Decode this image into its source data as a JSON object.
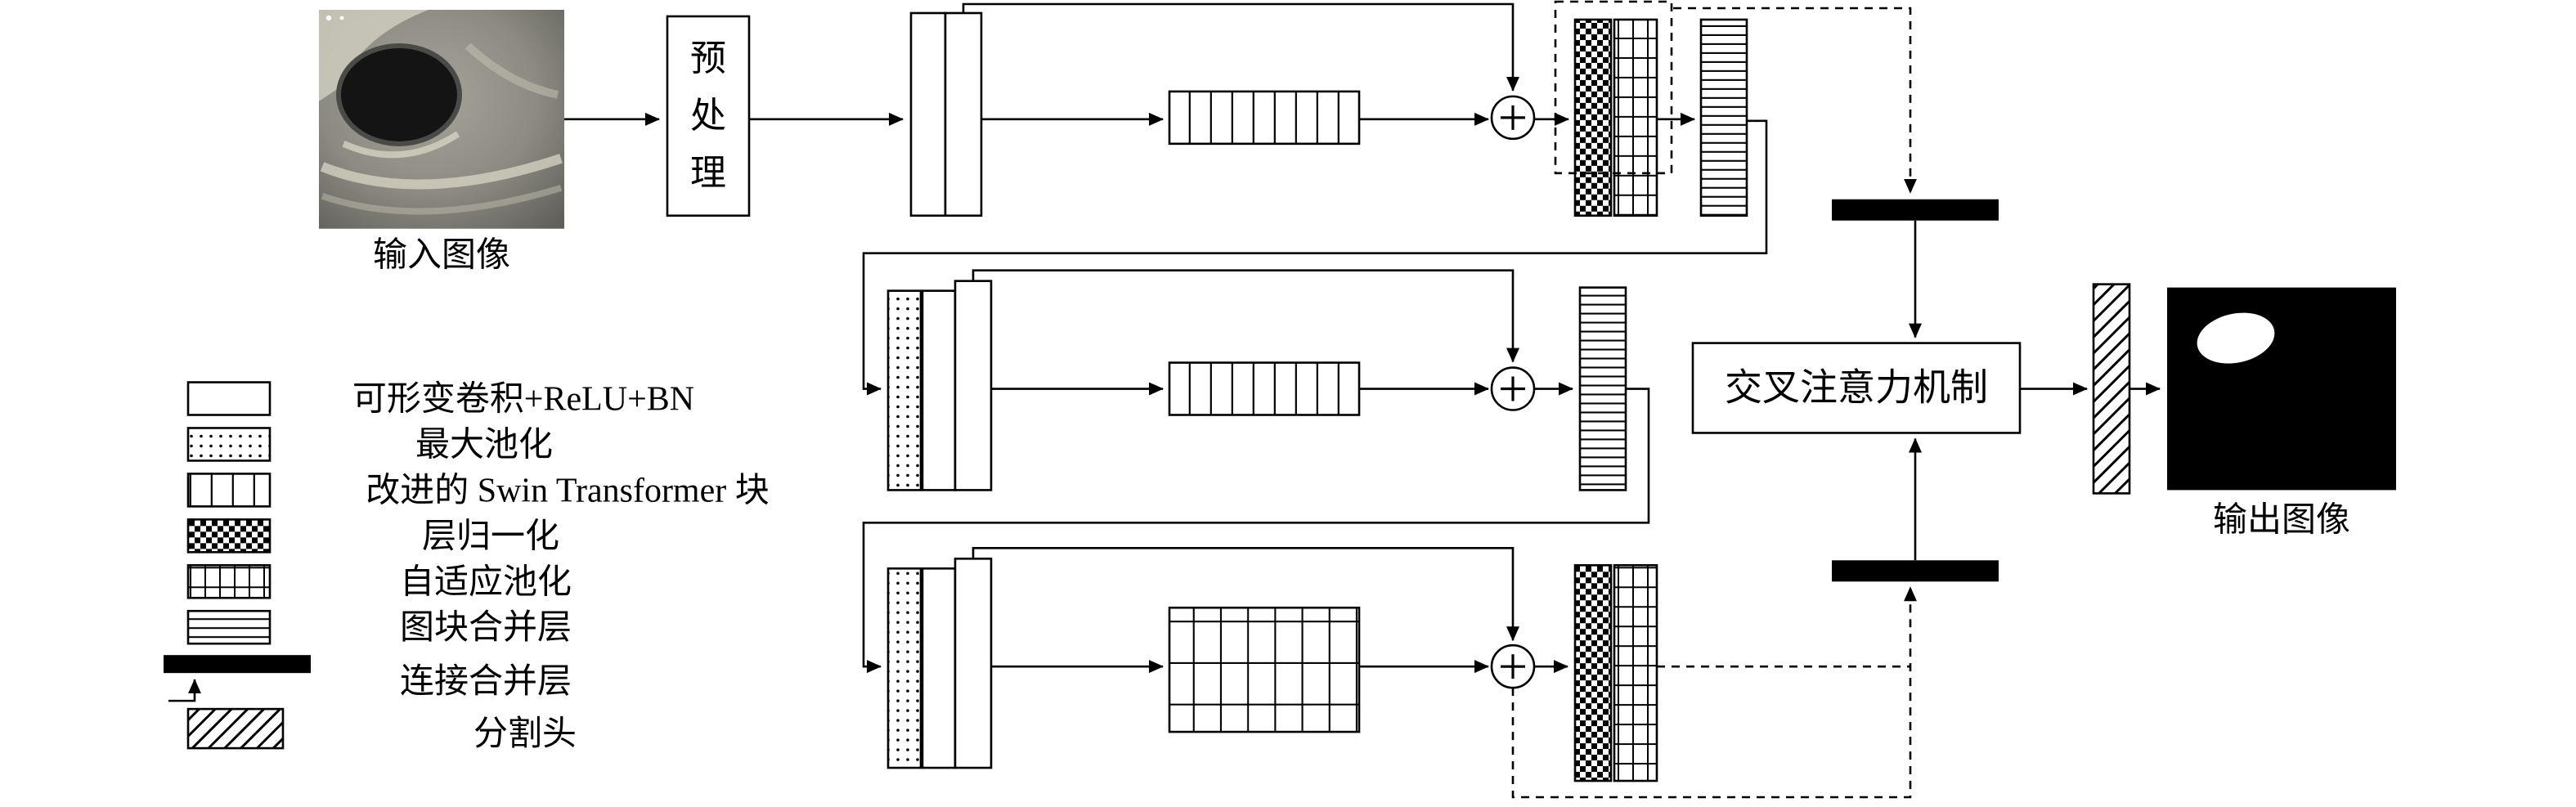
{
  "figure": {
    "input_image_label": "输入图像",
    "output_image_label": "输出图像",
    "preprocess_label": "预处理",
    "preprocess_chars": [
      "预",
      "处",
      "理"
    ],
    "cross_attention_label": "交叉注意力机制"
  },
  "legend": {
    "items": [
      {
        "id": "deformable-conv",
        "label": "可形变卷积+ReLU+BN",
        "swatch": "plain-white"
      },
      {
        "id": "max-pool",
        "label": "最大池化",
        "swatch": "dots"
      },
      {
        "id": "swin-transformer-block",
        "label": "改进的 Swin Transformer 块",
        "swatch": "vertical-stripes"
      },
      {
        "id": "layer-norm",
        "label": "层归一化",
        "swatch": "checkerboard"
      },
      {
        "id": "adaptive-pool",
        "label": "自适应池化",
        "swatch": "grid-cells"
      },
      {
        "id": "patch-merge",
        "label": "图块合并层",
        "swatch": "horizontal-stripes"
      },
      {
        "id": "concat-merge",
        "label": "连接合并层",
        "swatch": "solid-black-bar"
      },
      {
        "id": "seg-head",
        "label": "分割头",
        "swatch": "diagonal-hatch"
      }
    ]
  },
  "colors": {
    "ink": "#000000",
    "paper": "#ffffff"
  }
}
